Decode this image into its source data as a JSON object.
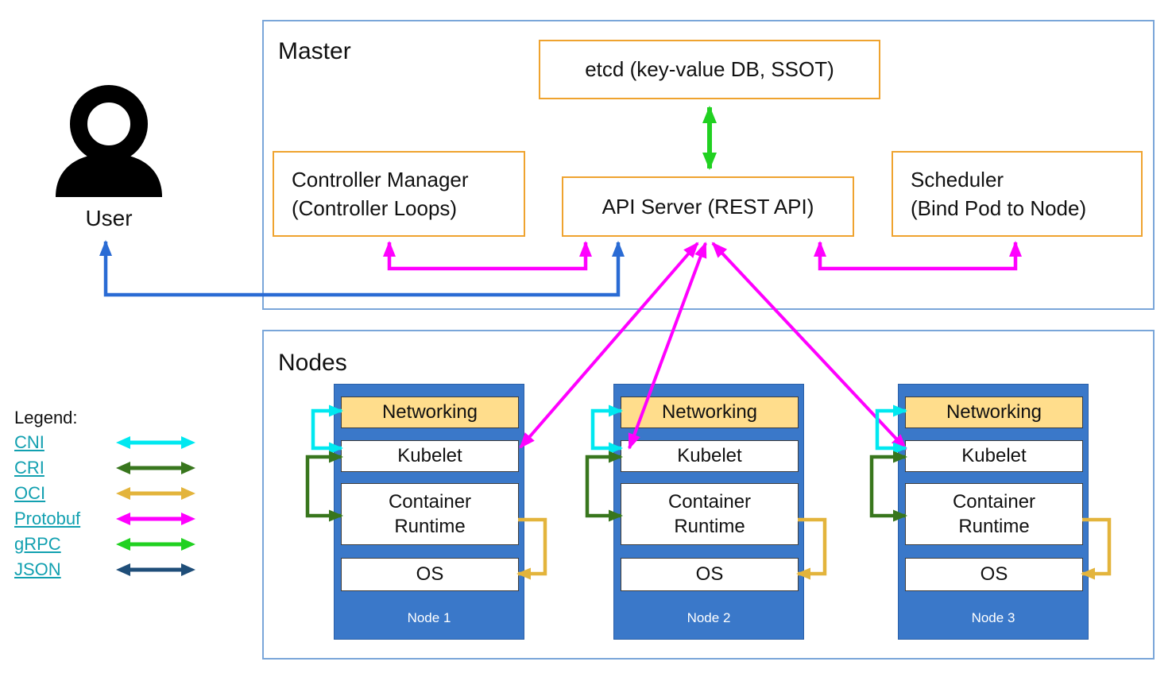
{
  "user": {
    "label": "User"
  },
  "master": {
    "title": "Master",
    "etcd_label": "etcd (key-value DB, SSOT)",
    "controller_manager_line1": "Controller Manager",
    "controller_manager_line2": "(Controller Loops)",
    "api_server_label": "API Server (REST API)",
    "scheduler_line1": "Scheduler",
    "scheduler_line2": "(Bind Pod to Node)"
  },
  "nodes": {
    "title": "Nodes",
    "layers": {
      "networking": "Networking",
      "kubelet": "Kubelet",
      "runtime_line1": "Container",
      "runtime_line2": "Runtime",
      "os": "OS"
    },
    "items": [
      {
        "label": "Node 1"
      },
      {
        "label": "Node 2"
      },
      {
        "label": "Node 3"
      }
    ]
  },
  "legend": {
    "title": "Legend:",
    "items": [
      {
        "label": "CNI",
        "color": "#00e8f0"
      },
      {
        "label": "CRI",
        "color": "#38761d"
      },
      {
        "label": "OCI",
        "color": "#e3b43c"
      },
      {
        "label": "Protobuf",
        "color": "#ff00ff"
      },
      {
        "label": "gRPC",
        "color": "#21d121"
      },
      {
        "label": "JSON",
        "color": "#1f4e79"
      }
    ]
  },
  "colors": {
    "frame_blue": "#7aa6d9",
    "box_orange": "#efa32f",
    "node_blue": "#3a78c9",
    "networking_fill": "#ffdd8c",
    "legend_link": "#12a0b0",
    "cni": "#00e8f0",
    "cri": "#38761d",
    "oci": "#e3b43c",
    "protobuf": "#ff00ff",
    "grpc": "#21d121",
    "json_user": "#2a6bd4",
    "json_legend": "#1f4e79"
  }
}
